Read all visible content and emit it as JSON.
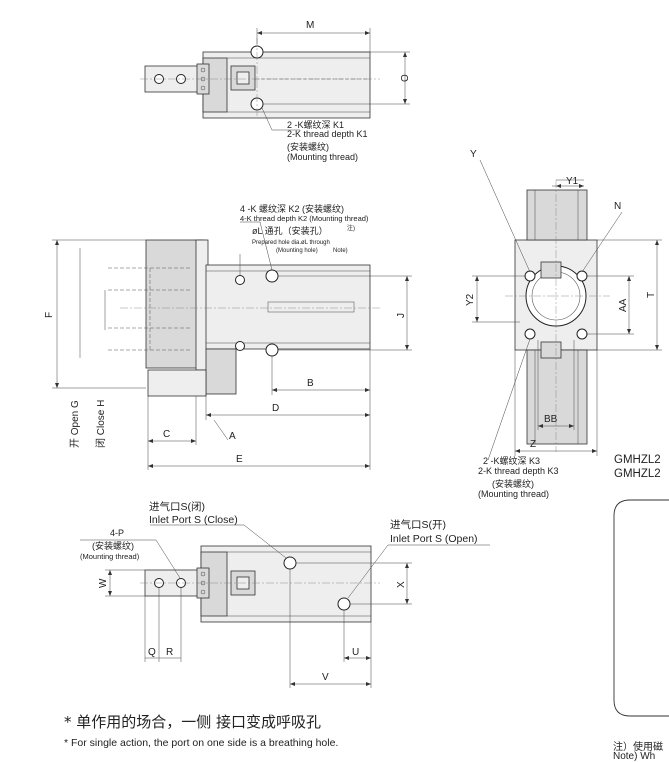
{
  "dimensions": {
    "M": "M",
    "O": "O",
    "F": "F",
    "G": "开 Open G",
    "H": "闭 Close H",
    "J": "J",
    "B": "B",
    "D": "D",
    "C": "C",
    "A": "A",
    "E": "E",
    "Y": "Y",
    "Y1": "Y1",
    "Y2": "Y2",
    "N": "N",
    "AA": "AA",
    "T": "T",
    "BB": "BB",
    "Z": "Z",
    "W": "W",
    "Q": "Q",
    "R": "R",
    "X": "X",
    "U": "U",
    "V": "V"
  },
  "annotations": {
    "k1_cn": "2 -K螺纹深 K1",
    "k1_en": "2-K thread depth K1",
    "k1_mount_cn": "(安装螺纹)",
    "k1_mount_en": "(Mounting thread)",
    "k2_cn": "4 -K 螺纹深 K2 (安装螺纹)",
    "k2_en": "4-K thread depth K2 (Mounting thread)",
    "hole_cn": "øL 通孔（安装孔）",
    "hole_note": "注)",
    "hole_en": "Prepared hole dia.øL through",
    "hole_en2": "(Mounting hole)",
    "hole_note_en": "Note)",
    "k3_cn": "2 -K螺纹深 K3",
    "k3_en": "2-K thread depth K3",
    "k3_mount_cn": "(安装螺纹)",
    "k3_mount_en": "(Mounting thread)",
    "p_label": "4-P",
    "p_mount_cn": "(安装螺纹)",
    "p_mount_en": "(Mounting thread)",
    "close_port_cn": "进气口S(闭)",
    "close_port_en": "Inlet Port S (Close)",
    "open_port_cn": "进气口S(开)",
    "open_port_en": "Inlet Port S (Open)"
  },
  "model_labels": [
    "GMHZL2",
    "GMHZL2"
  ],
  "notes": {
    "single_action_cn": "* 单作用的场合，一侧 接口变成呼吸孔",
    "single_action_en": "*  For single action, the port on one side is a breathing hole.",
    "side_note_cn": "注）使用磁",
    "side_note_en": "Note) Wh"
  }
}
